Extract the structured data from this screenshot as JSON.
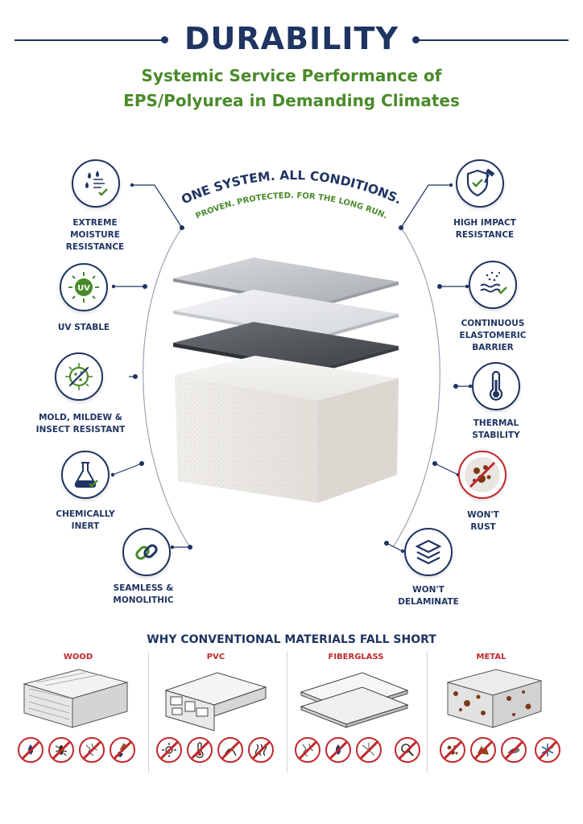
{
  "header": {
    "title": "DURABILITY",
    "subtitle_line1": "Systemic Service Performance of",
    "subtitle_line2": "EPS/Polyurea in Demanding Climates"
  },
  "slogan": {
    "line1": "ONE SYSTEM. ALL CONDITIONS.",
    "line2": "PROVEN. PROTECTED. FOR THE LONG RUN."
  },
  "features_left": [
    {
      "label": "EXTREME\nMOISTURE\nRESISTANCE",
      "icon": "water-drops-wind-icon"
    },
    {
      "label": "UV STABLE",
      "icon": "uv-sun-icon"
    },
    {
      "label": "MOLD, MILDEW &\nINSECT RESISTANT",
      "icon": "mold-bug-icon"
    },
    {
      "label": "CHEMICALLY\nINERT",
      "icon": "flask-icon"
    },
    {
      "label": "SEAMLESS &\nMONOLITHIC",
      "icon": "chain-link-icon"
    }
  ],
  "features_right": [
    {
      "label": "HIGH IMPACT\nRESISTANCE",
      "icon": "shield-hammer-icon"
    },
    {
      "label": "CONTINUOUS\nELASTOMERIC\nBARRIER",
      "icon": "waves-droplets-icon"
    },
    {
      "label": "THERMAL\nSTABILITY",
      "icon": "thermometer-icon"
    },
    {
      "label": "WON'T\nRUST",
      "icon": "rust-icon"
    },
    {
      "label": "WON'T\nDELAMINATE",
      "icon": "layers-icon"
    }
  ],
  "comparison": {
    "title": "WHY CONVENTIONAL MATERIALS FALL SHORT",
    "materials": [
      {
        "name": "WOOD",
        "icons": [
          "water-drop-icon",
          "termite-icon",
          "crack-icon",
          "brush-icon"
        ]
      },
      {
        "name": "PVC",
        "icons": [
          "sun-icon",
          "thermometer-icon",
          "warp-icon",
          "heat-waves-icon"
        ]
      },
      {
        "name": "FIBERGLASS",
        "icons": [
          "crack-icon",
          "water-drop-icon",
          "shatter-icon",
          "magnifier-icon"
        ]
      },
      {
        "name": "METAL",
        "icons": [
          "rust-spots-icon",
          "corrosion-icon",
          "peel-icon",
          "snowflake-icon"
        ]
      }
    ]
  },
  "colors": {
    "navy": "#1f3461",
    "green": "#4a8a2a",
    "red": "#c0282b"
  }
}
